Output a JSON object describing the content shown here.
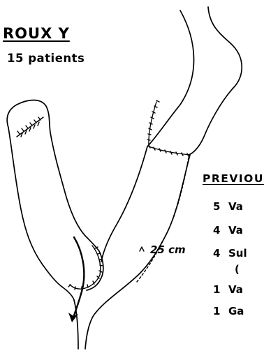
{
  "figure": {
    "title": "ROUX Y",
    "subtitle": "15 patients",
    "previous_heading": "PREVIOU",
    "previous_items": [
      {
        "count": "5",
        "text": "Va"
      },
      {
        "count": "4",
        "text": "Va"
      },
      {
        "count": "4",
        "text": "Sul"
      },
      {
        "count": "1",
        "text": "Va"
      },
      {
        "count": "1",
        "text": "Ga"
      }
    ],
    "previous_item_2_line2": "(",
    "limb_length_label": "25 cm"
  }
}
